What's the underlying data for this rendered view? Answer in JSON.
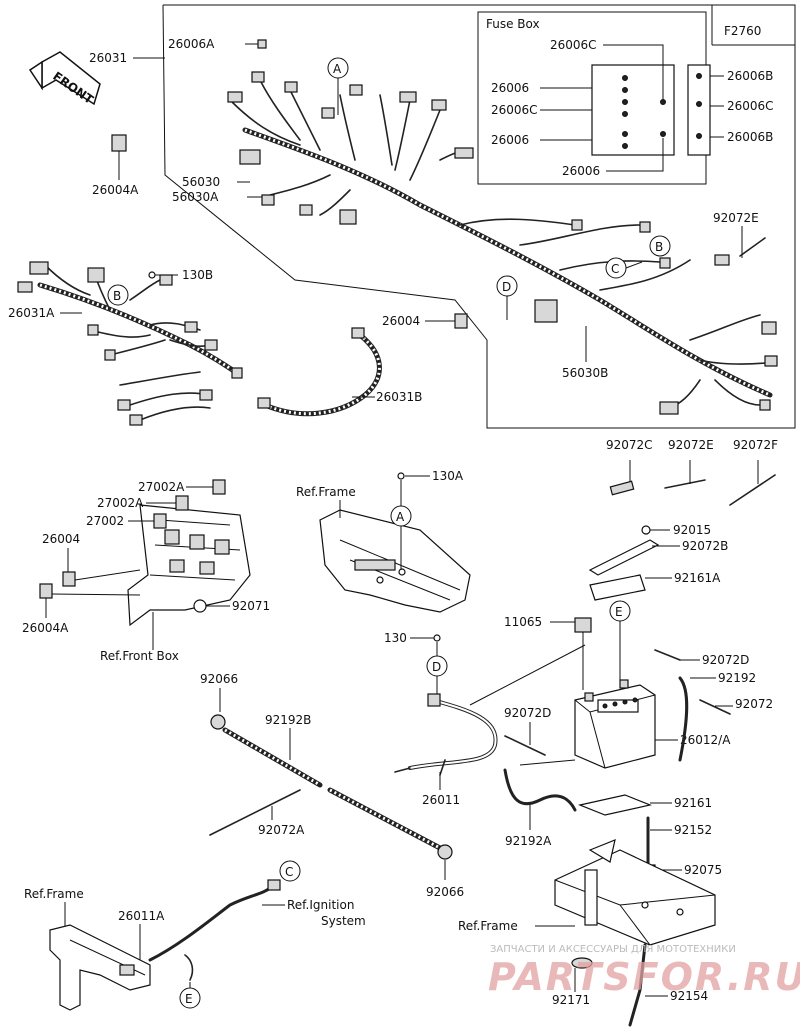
{
  "diagram": {
    "code": "F2760",
    "front_label": "FRONT",
    "fuse_box": {
      "title": "Fuse Box",
      "left_labels": [
        "26006C",
        "26006",
        "26006C",
        "26006",
        "26006"
      ],
      "right_labels": [
        "26006B",
        "26006C",
        "26006B"
      ]
    },
    "part_labels": {
      "p26031": "26031",
      "p26006A": "26006A",
      "p26004A_top": "26004A",
      "p56030": "56030",
      "p56030A": "56030A",
      "p26031A": "26031A",
      "p130B": "130B",
      "p26004_top": "26004",
      "p56030B": "56030B",
      "p26031B": "26031B",
      "p92072E_top": "92072E",
      "p27002A_1": "27002A",
      "p27002A_2": "27002A",
      "p27002": "27002",
      "p26004": "26004",
      "p26004A": "26004A",
      "p92071": "92071",
      "p130A": "130A",
      "p92072C": "92072C",
      "p92072E": "92072E",
      "p92072F": "92072F",
      "p92015": "92015",
      "p92072B": "92072B",
      "p92161A": "92161A",
      "p11065": "11065",
      "p130": "130",
      "p92072D_1": "92072D",
      "p92192": "92192",
      "p92072": "92072",
      "p92072D_2": "92072D",
      "p26012": "26012/A",
      "p92066_1": "92066",
      "p92192B": "92192B",
      "p26011": "26011",
      "p92161": "92161",
      "p92192A": "92192A",
      "p92152": "92152",
      "p92072A": "92072A",
      "p92066_2": "92066",
      "p92075": "92075",
      "p26011A": "26011A",
      "p92171": "92171",
      "p92154": "92154"
    },
    "ref_labels": {
      "frame_top": "Ref.Frame",
      "front_box": "Ref.Front Box",
      "frame_bl": "Ref.Frame",
      "ignition_1": "Ref.Ignition",
      "ignition_2": "System",
      "frame_br": "Ref.Frame"
    },
    "callouts": {
      "A1": "A",
      "B1": "B",
      "B2": "B",
      "C1": "C",
      "D1": "D",
      "A2": "A",
      "D2": "D",
      "E1": "E",
      "C2": "C",
      "E2": "E"
    },
    "watermark": {
      "small": "ЗАПЧАСТИ И АКСЕССУАРЫ ДЛЯ МОТОТЕХНИКИ",
      "large": "PARTSFOR.RU"
    }
  }
}
